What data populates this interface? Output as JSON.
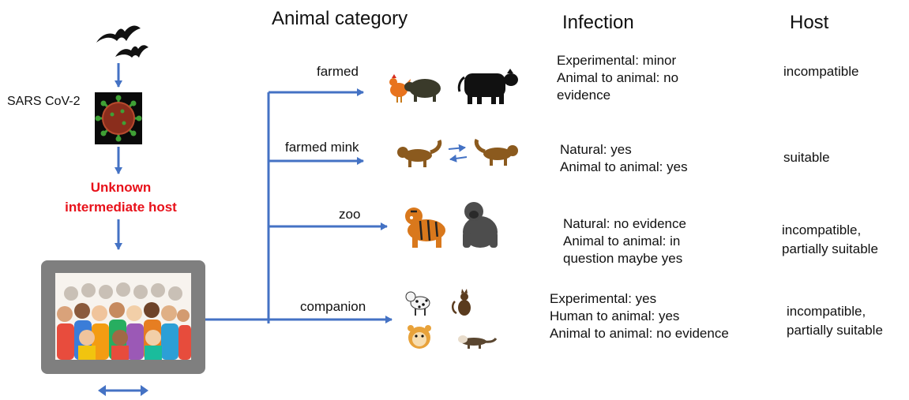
{
  "headers": {
    "animal_category": "Animal category",
    "infection": "Infection",
    "host": "Host"
  },
  "left_chain": {
    "virus_label": "SARS CoV-2",
    "intermediate_line1": "Unknown",
    "intermediate_line2": "intermediate host"
  },
  "rows": [
    {
      "category": "farmed",
      "animals": [
        "chicken",
        "pig",
        "cow"
      ],
      "infection": [
        "Experimental: minor",
        "Animal to animal: no",
        "evidence"
      ],
      "host": [
        "incompatible"
      ]
    },
    {
      "category": "farmed mink",
      "animals": [
        "mink",
        "mink"
      ],
      "infection": [
        "Natural: yes",
        "Animal to animal: yes"
      ],
      "host": [
        "suitable"
      ]
    },
    {
      "category": "zoo",
      "animals": [
        "tiger",
        "gorilla"
      ],
      "infection": [
        "Natural: no evidence",
        "Animal to animal: in",
        "question maybe yes"
      ],
      "host": [
        "incompatible,",
        "partially suitable"
      ]
    },
    {
      "category": "companion",
      "animals": [
        "dog",
        "cat",
        "hamster",
        "ferret"
      ],
      "infection": [
        "Experimental: yes",
        "Human to animal: yes",
        "Animal to animal: no evidence"
      ],
      "host": [
        "incompatible,",
        "partially suitable"
      ]
    }
  ],
  "colors": {
    "arrow": "#4472c4",
    "highlight": "#e8111a",
    "frame": "#7f7f7f",
    "virus_bg": "#0a0a0a",
    "virus_body": "#8a2d1c",
    "virus_spike": "#3fa035"
  }
}
